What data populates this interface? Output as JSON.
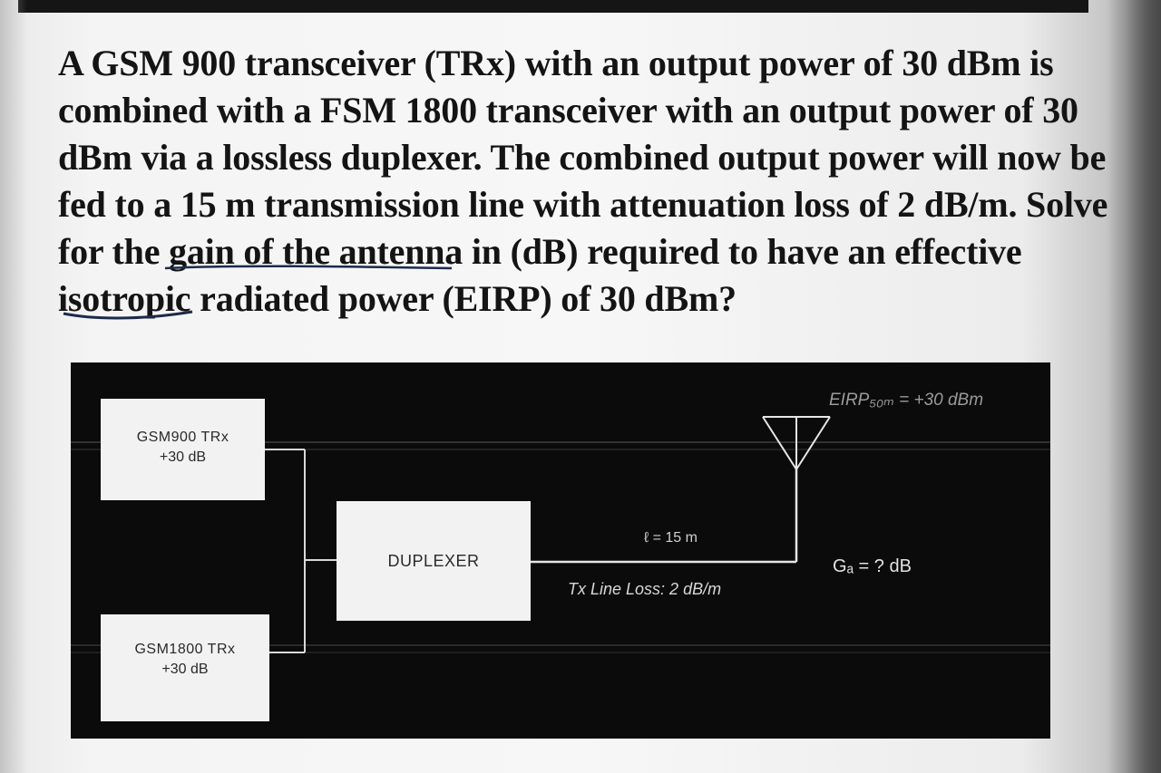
{
  "question": {
    "lines": [
      "A GSM 900 transceiver (TRx) with an output power of 30 dBm is",
      "combined with a FSM 1800 transceiver with an output power of 30",
      "dBm via a lossless duplexer. The combined output power will now be",
      "fed to a 15 m transmission line with attenuation loss of 2 dB/m. Solve",
      "for the gain of the antenna in (dB) required to have an effective",
      "isotropic radiated power (EIRP) of 30 dBm?"
    ]
  },
  "diagram": {
    "gsm_box": {
      "name": "GSM900 TRx",
      "power": "+30 dB"
    },
    "fsm_box": {
      "name": "GSM1800 TRx",
      "power": "+30 dB"
    },
    "duplexer": {
      "name": "DUPLEXER"
    },
    "eirp_label": "EIRP₅₀ₘ = +30 dBm",
    "length_label": "ℓ = 15 m",
    "loss_label": "Tx Line Loss: 2 dB/m",
    "gain_label": "Gₐ = ? dB"
  },
  "colors": {
    "text": "#141414",
    "panel": "#0b0b0b",
    "box": "#f2f2f2",
    "line": "#d9d9d9"
  }
}
